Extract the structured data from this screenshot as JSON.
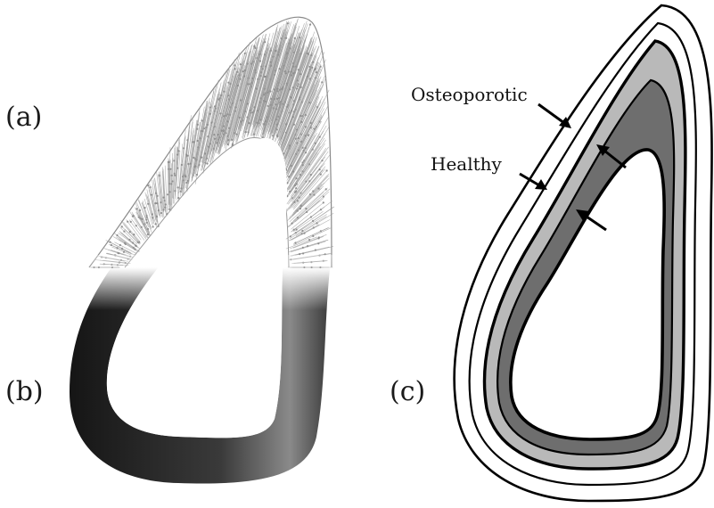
{
  "labels": {
    "panel_a": "(a)",
    "panel_b": "(b)",
    "panel_c": "(c)"
  },
  "annotations": {
    "osteoporotic": "Osteoporotic",
    "healthy": "Healthy"
  },
  "colors": {
    "background": "#ffffff",
    "outline": "#000000",
    "dark_ring_gray": "#6e6e6e",
    "light_ring_gray": "#b9b9b9",
    "fiber_gray": "#9a9a9a",
    "gradient_dark": "#111111",
    "gradient_light": "#bdbdbd"
  },
  "icons": [
    "arrow-icon"
  ]
}
